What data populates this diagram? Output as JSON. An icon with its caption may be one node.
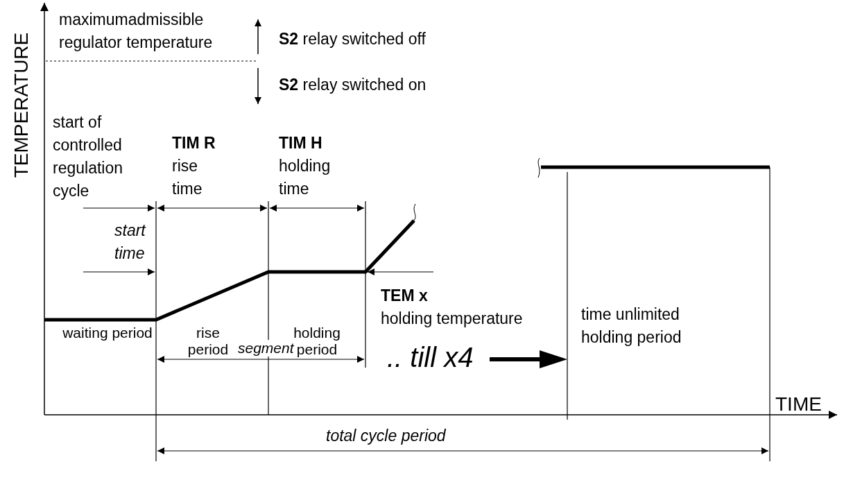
{
  "diagram": {
    "labels": [
      "TEMPERATURE",
      "maximumadmissible regulator temperature",
      "**S2** relay switched off",
      "**S2** relay switched on",
      "start of controlled regulation cycle",
      "TIM R",
      "rise time",
      "TIM H",
      "holding time",
      "start time",
      "TEM x",
      "holding temperature",
      "time unlimited holding period",
      "waiting period",
      "rise period",
      "holding period",
      "TIME",
      "segment",
      ".. till x4",
      "total cycle period"
    ]
  }
}
